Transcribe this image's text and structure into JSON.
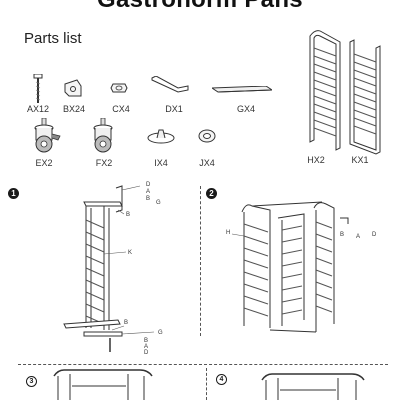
{
  "document": {
    "title": "Gastronorm Pans",
    "subtitle": "Parts list"
  },
  "parts": [
    {
      "code": "AX12",
      "icon": "bolt-icon"
    },
    {
      "code": "BX24",
      "icon": "bracket-icon"
    },
    {
      "code": "CX4",
      "icon": "nut-icon"
    },
    {
      "code": "DX1",
      "icon": "allen-key-icon"
    },
    {
      "code": "GX4",
      "icon": "crossbar-icon"
    },
    {
      "code": "EX2",
      "icon": "braked-caster-icon"
    },
    {
      "code": "FX2",
      "icon": "caster-icon"
    },
    {
      "code": "IX4",
      "icon": "foot-plate-icon"
    },
    {
      "code": "JX4",
      "icon": "washer-icon"
    },
    {
      "code": "HX2",
      "icon": "side-frame-icon"
    },
    {
      "code": "KX1",
      "icon": "side-frame-icon"
    }
  ],
  "steps": [
    {
      "number": "1",
      "callouts": [
        "D",
        "A",
        "B",
        "G",
        "B",
        "K",
        "B",
        "G",
        "B",
        "A",
        "D"
      ]
    },
    {
      "number": "2",
      "callouts": [
        "H",
        "B",
        "A",
        "D"
      ]
    },
    {
      "number": "3"
    },
    {
      "number": "4"
    }
  ],
  "colors": {
    "ink": "#222222",
    "paper": "#ffffff"
  }
}
